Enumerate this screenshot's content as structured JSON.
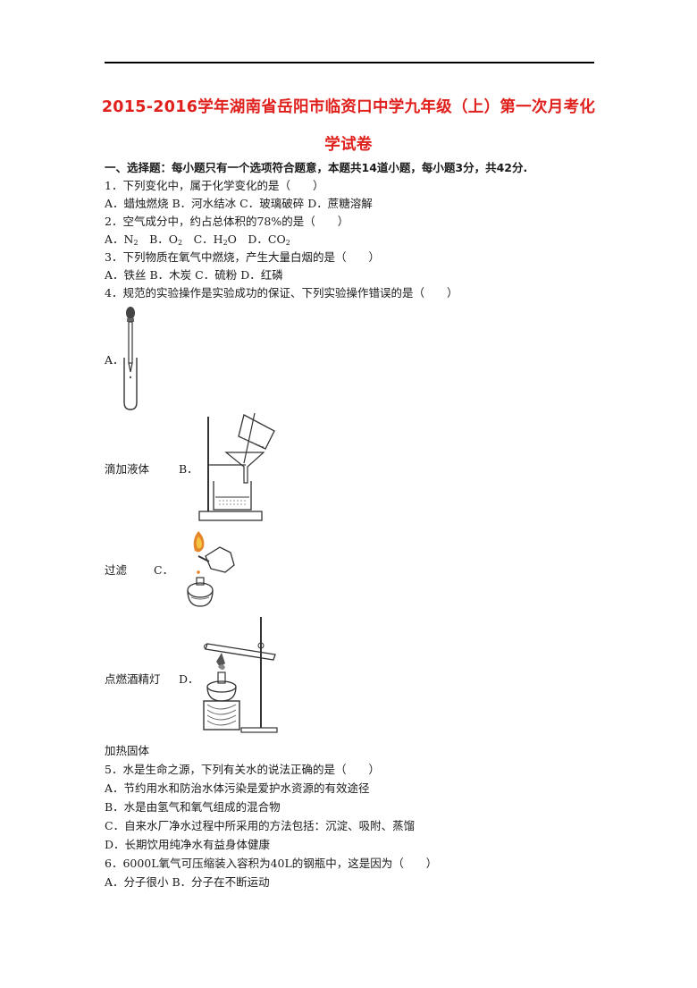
{
  "doc": {
    "title_line1": "2015-2016学年湖南省岳阳市临资口中学九年级（上）第一次月考化",
    "title_line2": "学试卷",
    "section_heading": "一、选择题：每小题只有一个选项符合题意，本题共14道小题，每小题3分，共42分."
  },
  "q1": {
    "stem": "1．下列变化中，属于化学变化的是（　　）",
    "options": "A．蜡烛燃烧 B．河水结冰 C．玻璃破碎 D．蔗糖溶解"
  },
  "q2": {
    "stem": "2．空气成分中，约占总体积的78%的是（　　）",
    "opt_a": "A．N",
    "opt_a_sub": "2",
    "opt_b": "　B．O",
    "opt_b_sub": "2",
    "opt_c": "　C．H",
    "opt_c_sub": "2",
    "opt_c_tail": "O　D．CO",
    "opt_d_sub": "2"
  },
  "q3": {
    "stem": "3．下列物质在氧气中燃烧，产生大量白烟的是（　　）",
    "options": "A．铁丝 B．木炭 C．硫粉 D．红磷"
  },
  "q4": {
    "stem": "4．规范的实验操作是实验成功的保证、下列实验操作错误的是（　　）",
    "label_a": "A．",
    "caption_a": "滴加液体",
    "label_b": "B．",
    "caption_b": "过滤",
    "label_c": "C．",
    "caption_c": "点燃酒精灯",
    "label_d": "D．",
    "caption_d": "加热固体"
  },
  "q5": {
    "stem": "5．水是生命之源，下列有关水的说法正确的是（　　）",
    "opt_a": "A．节约用水和防治水体污染是爱护水资源的有效途径",
    "opt_b": "B．水是由氢气和氧气组成的混合物",
    "opt_c": "C．自来水厂净水过程中所采用的方法包括：沉淀、吸附、蒸馏",
    "opt_d": "D．长期饮用纯净水有益身体健康"
  },
  "q6": {
    "stem": "6．6000L氧气可压缩装入容积为40L的钢瓶中，这是因为（　　）",
    "options": "A．分子很小 B．分子在不断运动"
  }
}
